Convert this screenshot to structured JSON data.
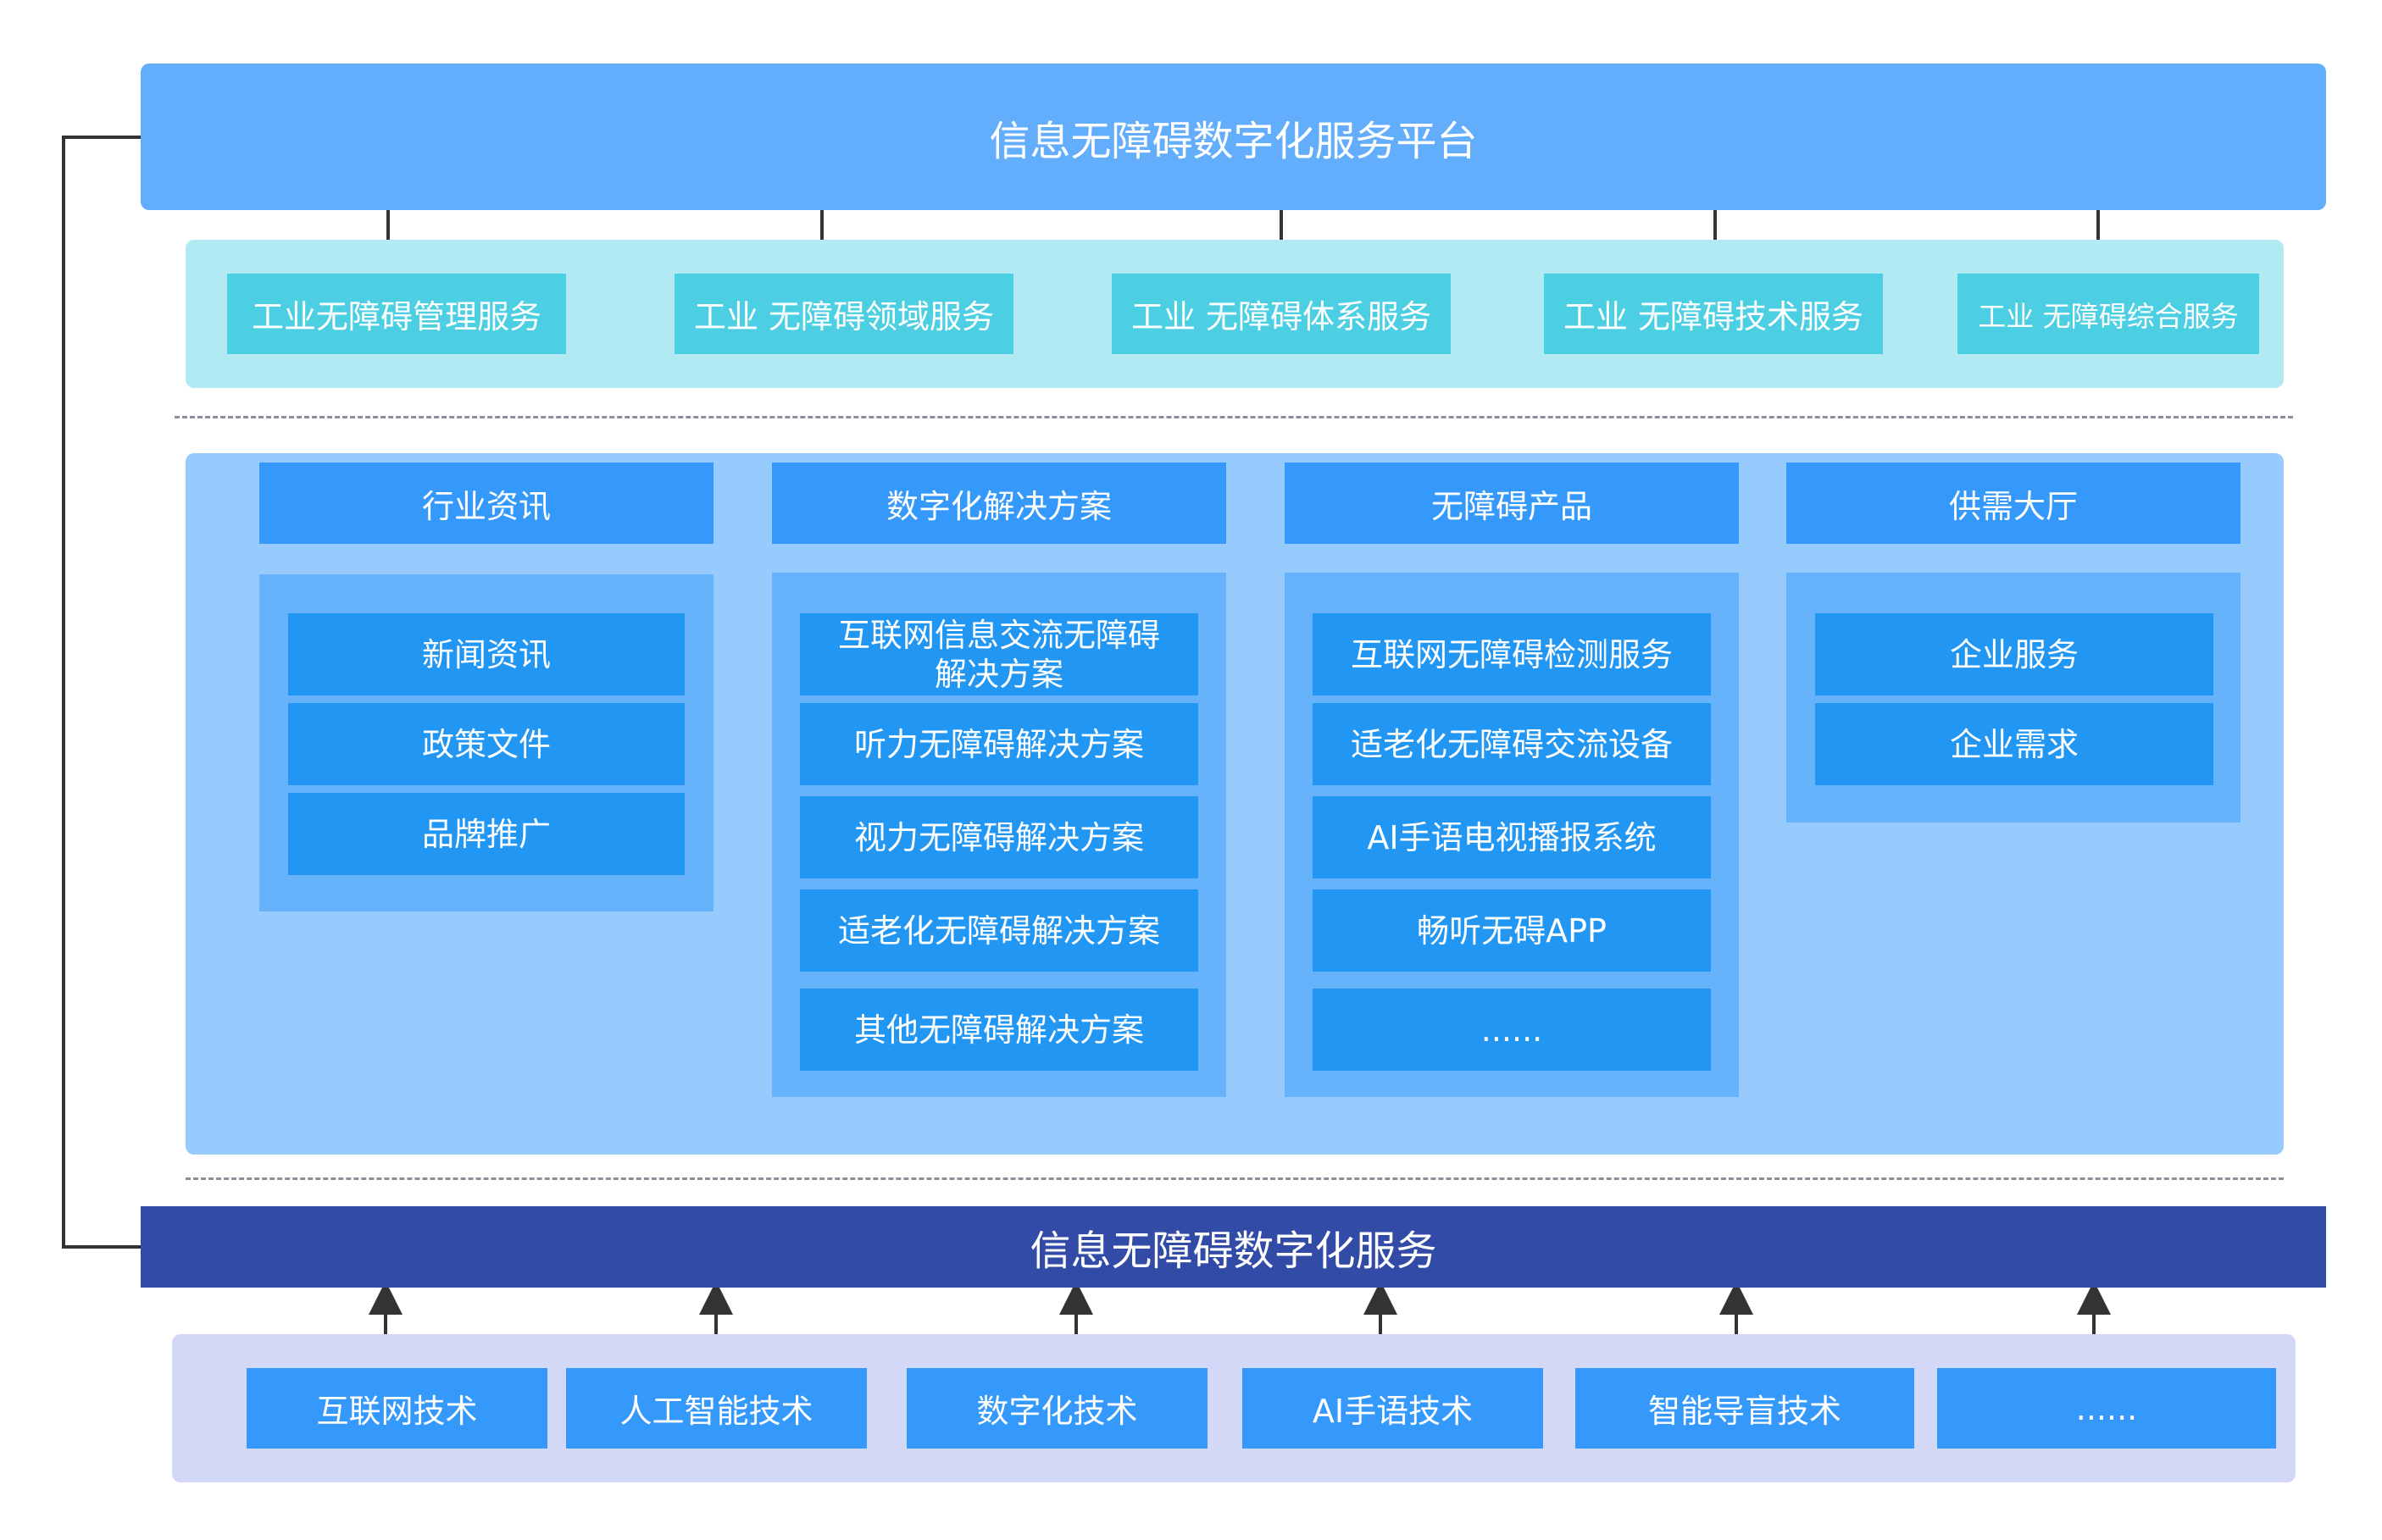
{
  "platform": {
    "title": "信息无障碍数字化服务平台"
  },
  "services": [
    "工业无障碍管理服务",
    "工业 无障碍领域服务",
    "工业 无障碍体系服务",
    "工业 无障碍技术服务",
    "工业 无障碍综合服务"
  ],
  "columns": [
    {
      "title": "行业资讯",
      "items": [
        "新闻资讯",
        "政策文件",
        "品牌推广"
      ]
    },
    {
      "title": "数字化解决方案",
      "items": [
        "互联网信息交流无障碍\n解决方案",
        "听力无障碍解决方案",
        "视力无障碍解决方案",
        "适老化无障碍解决方案",
        "其他无障碍解决方案"
      ]
    },
    {
      "title": "无障碍产品",
      "items": [
        "互联网无障碍检测服务",
        "适老化无障碍交流设备",
        "AI手语电视播报系统",
        "畅听无碍APP",
        "......"
      ]
    },
    {
      "title": "供需大厅",
      "items": [
        "企业服务",
        "企业需求"
      ]
    }
  ],
  "foundation": {
    "title": "信息无障碍数字化服务"
  },
  "technologies": [
    "互联网技术",
    "人工智能技术",
    "数字化技术",
    "AI手语技术",
    "智能导盲技术",
    "......"
  ],
  "colors": {
    "platform": "#63aefc",
    "service_strip": "#b1eaf3",
    "service_box": "#4ccfe3",
    "panel": "#98cbfd",
    "column_head": "#3499fb",
    "column_box": "#66b2fb",
    "item": "#2196f3",
    "foundation": "#324ba6",
    "tech_strip": "#d4d8f7",
    "line": "#333333"
  }
}
